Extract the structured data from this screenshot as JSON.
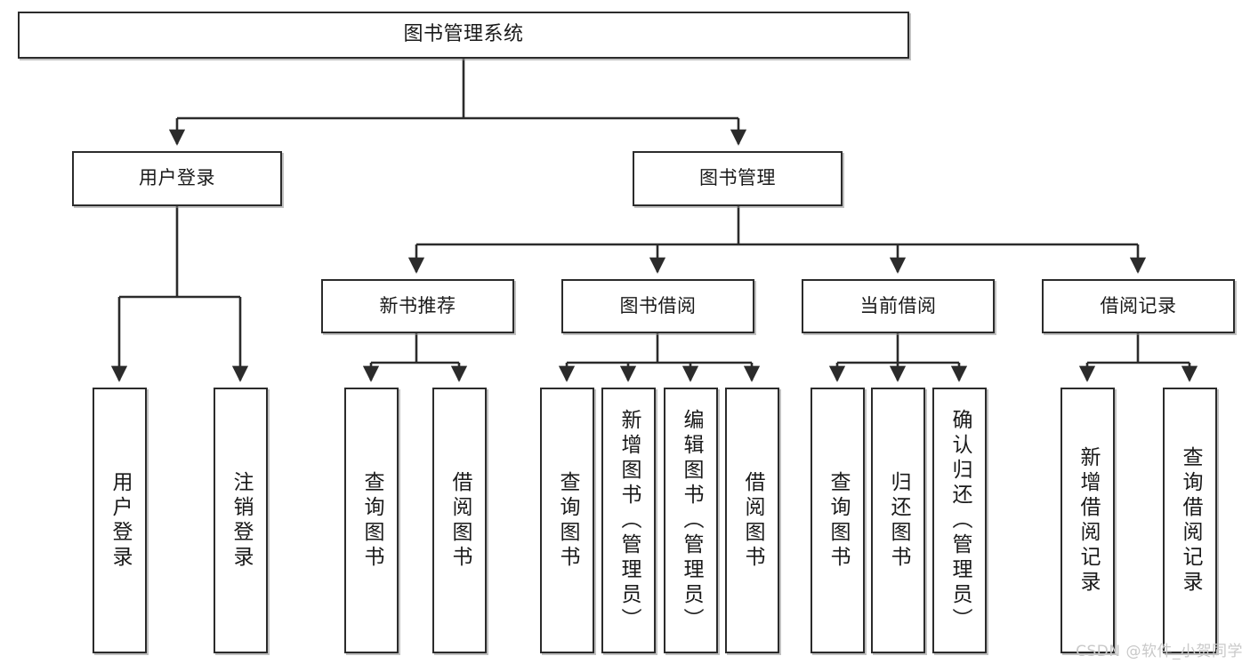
{
  "diagram": {
    "title": "图书管理系统",
    "type": "tree-hierarchy-diagram",
    "watermark": "CSDN @软件_小贺同学",
    "colors": {
      "box_border": "#2b2b2b",
      "box_fill": "#ffffff",
      "edge": "#2b2b2b",
      "text": "#1a1a1a",
      "watermark": "#c9c9c9",
      "background": "#ffffff"
    },
    "root": {
      "label": "图书管理系统"
    },
    "level1": [
      {
        "label": "用户登录"
      },
      {
        "label": "图书管理"
      }
    ],
    "level2": [
      {
        "label": "新书推荐"
      },
      {
        "label": "图书借阅"
      },
      {
        "label": "当前借阅"
      },
      {
        "label": "借阅记录"
      }
    ],
    "leaves": {
      "user_login": [
        {
          "label": "用户登录"
        },
        {
          "label": "注销登录"
        }
      ],
      "new_book_recommend": [
        {
          "label": "查询图书"
        },
        {
          "label": "借阅图书"
        }
      ],
      "book_borrow": [
        {
          "label": "查询图书"
        },
        {
          "label": "新增图书（管理员）"
        },
        {
          "label": "编辑图书（管理员）"
        },
        {
          "label": "借阅图书"
        }
      ],
      "current_borrow": [
        {
          "label": "查询图书"
        },
        {
          "label": "归还图书"
        },
        {
          "label": "确认归还（管理员）"
        }
      ],
      "borrow_record": [
        {
          "label": "新增借阅记录"
        },
        {
          "label": "查询借阅记录"
        }
      ]
    }
  }
}
